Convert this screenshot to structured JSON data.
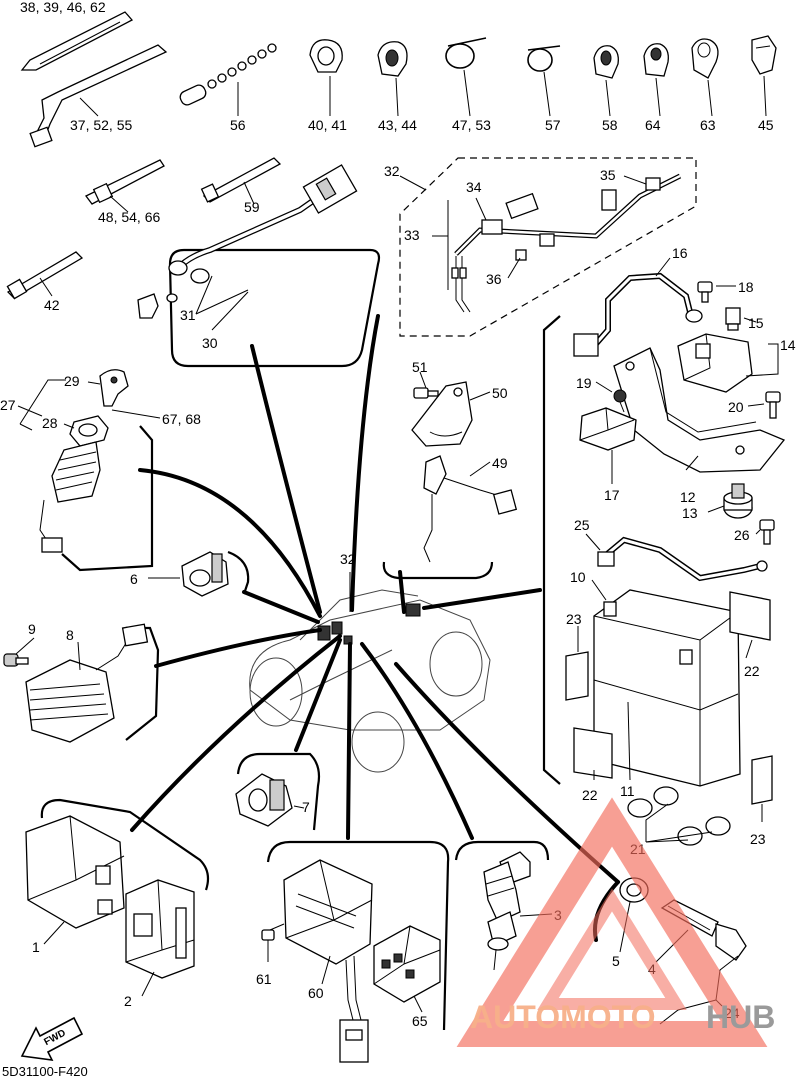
{
  "diagram_code": "5D31100-F420",
  "fwd_label": "FWD",
  "watermark": {
    "text_auto": "AUTOMOTO",
    "text_hub": "HUB",
    "color_primary": "#f26b5b",
    "color_secondary": "#f7b08a",
    "color_hub": "#9a9a9a"
  },
  "callouts": {
    "c1": "1",
    "c2": "2",
    "c3": "3",
    "c4": "4",
    "c5": "5",
    "c6": "6",
    "c7": "7",
    "c8": "8",
    "c9": "9",
    "c10": "10",
    "c11": "11",
    "c12": "12",
    "c13": "13",
    "c14": "14",
    "c15": "15",
    "c16": "16",
    "c17": "17",
    "c18": "18",
    "c19": "19",
    "c20": "20",
    "c21": "21",
    "c22a": "22",
    "c22b": "22",
    "c23a": "23",
    "c23b": "23",
    "c24": "24",
    "c25": "25",
    "c26": "26",
    "c27": "27",
    "c28": "28",
    "c29": "29",
    "c30": "30",
    "c31": "31",
    "c32a": "32",
    "c32b": "32",
    "c33": "33",
    "c34": "34",
    "c35": "35",
    "c36": "36",
    "c38": "38, 39, 46, 62",
    "c37": "37, 52, 55",
    "c56": "56",
    "c40": "40, 41",
    "c43": "43, 44",
    "c47": "47,  53",
    "c57": "57",
    "c58": "58",
    "c64": "64",
    "c63": "63",
    "c45": "45",
    "c48": "48, 54, 66",
    "c59": "59",
    "c42": "42",
    "c49": "49",
    "c50": "50",
    "c51": "51",
    "c60": "60",
    "c61": "61",
    "c65": "65",
    "c67": "67, 68"
  }
}
